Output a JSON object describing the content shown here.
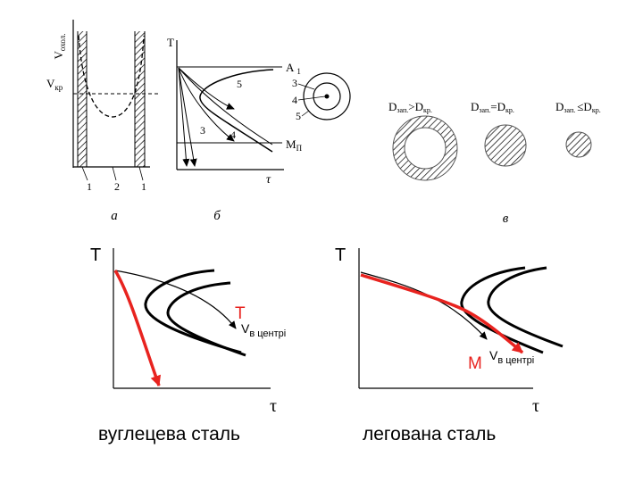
{
  "top_figure": {
    "panel_a": {
      "label": "а",
      "ylabel_main": "V",
      "ylabel_sub": "охол.",
      "critical_label_main": "V",
      "critical_label_sub": "кр",
      "zone_labels": [
        "1",
        "2",
        "1"
      ]
    },
    "panel_b": {
      "label": "б",
      "t_axis": "T",
      "time_axis": "τ",
      "a1_main": "A",
      "a1_sub": "1",
      "mn_main": "M",
      "mn_sub": "П",
      "curve_labels": [
        "5",
        "3",
        "4"
      ]
    },
    "panel_c": {
      "label": "в",
      "ring_labels": [
        "3",
        "4",
        "5"
      ],
      "cases": [
        {
          "text_main": "D",
          "text_sub": "зап.",
          "relation": ">",
          "text_tail": "D",
          "tail_sub": "кр."
        },
        {
          "text_main": "D",
          "text_sub": "зап.",
          "relation": "=",
          "text_tail": "D",
          "tail_sub": "кр."
        },
        {
          "text_main": "D",
          "text_sub": "зап.",
          "relation": "≤",
          "text_tail": "D",
          "tail_sub": "кр."
        }
      ]
    }
  },
  "bottom_left": {
    "t_axis": "T",
    "time_axis": "τ",
    "phase_label": "Т",
    "v_main": "V",
    "v_sub": "в центрі",
    "caption": "вуглецева сталь"
  },
  "bottom_right": {
    "t_axis": "T",
    "time_axis": "τ",
    "phase_label": "М",
    "v_main": "V",
    "v_sub": "в центрі",
    "caption": "легована сталь"
  },
  "colors": {
    "ink": "#000000",
    "cooling_curve": "#e8231f"
  }
}
